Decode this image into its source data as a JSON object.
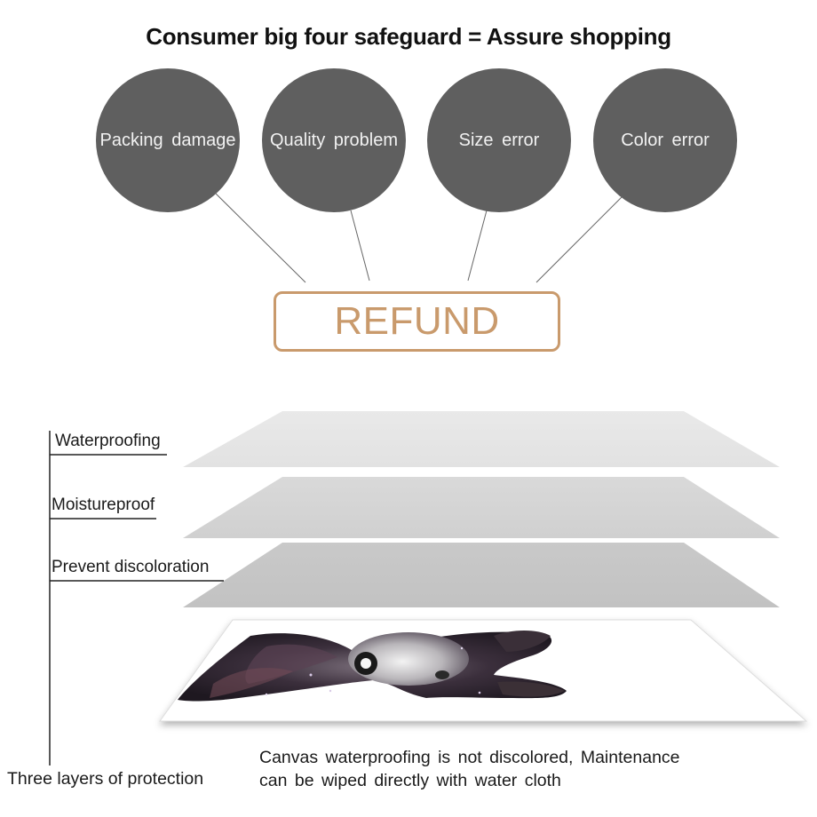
{
  "title": "Consumer big four safeguard = Assure shopping",
  "safeguards": [
    {
      "label": "Packing  damage"
    },
    {
      "label": "Quality  problem"
    },
    {
      "label": "Size  error"
    },
    {
      "label": "Color  error"
    }
  ],
  "refund_label": "REFUND",
  "layers": [
    {
      "label": "Waterproofing"
    },
    {
      "label": "Moistureproof"
    },
    {
      "label": "Prevent  discoloration"
    }
  ],
  "protection_label": "Three layers of protection",
  "caption": {
    "line1": "Canvas  waterproofing  is  not  discolored,  Maintenance",
    "line2": "can  be  wiped  directly  with  water  cloth"
  },
  "colors": {
    "circle": "#5f5f5f",
    "accent": "#c99a6c",
    "layer_top": "#e6e6e6",
    "layer_mid": "#d6d6d6",
    "layer_low": "#c8c8c8"
  }
}
